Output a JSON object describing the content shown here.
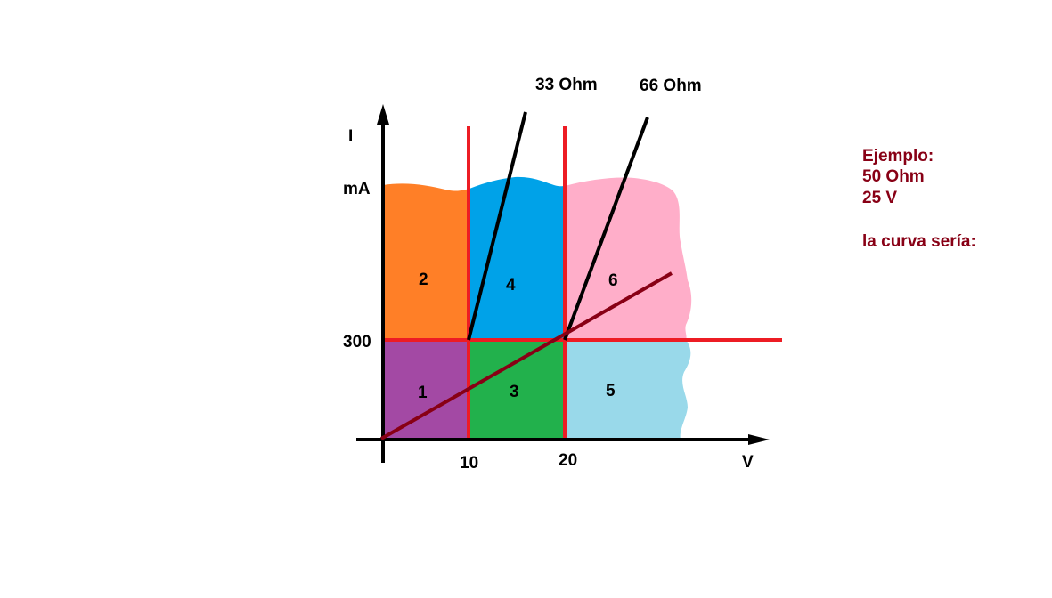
{
  "axes": {
    "y_label": "I",
    "y_unit": "mA",
    "x_label": "V",
    "y_tick": "300",
    "x_ticks": [
      "10",
      "20"
    ]
  },
  "regions": [
    {
      "id": "1",
      "color": "#a349a4"
    },
    {
      "id": "2",
      "color": "#ff7f27"
    },
    {
      "id": "3",
      "color": "#22b14c"
    },
    {
      "id": "4",
      "color": "#00a2e8"
    },
    {
      "id": "5",
      "color": "#99d9ea"
    },
    {
      "id": "6",
      "color": "#ffaec9"
    }
  ],
  "lines": {
    "ohm33": "33 Ohm",
    "ohm66": "66 Ohm"
  },
  "example": {
    "line1": "Ejemplo:",
    "line2": "50 Ohm",
    "line3": "25 V",
    "line4": "la curva sería:"
  },
  "colors": {
    "grid_red": "#ed1c24",
    "axis": "#000000",
    "load_line": "#880015",
    "example_text": "#880015"
  }
}
